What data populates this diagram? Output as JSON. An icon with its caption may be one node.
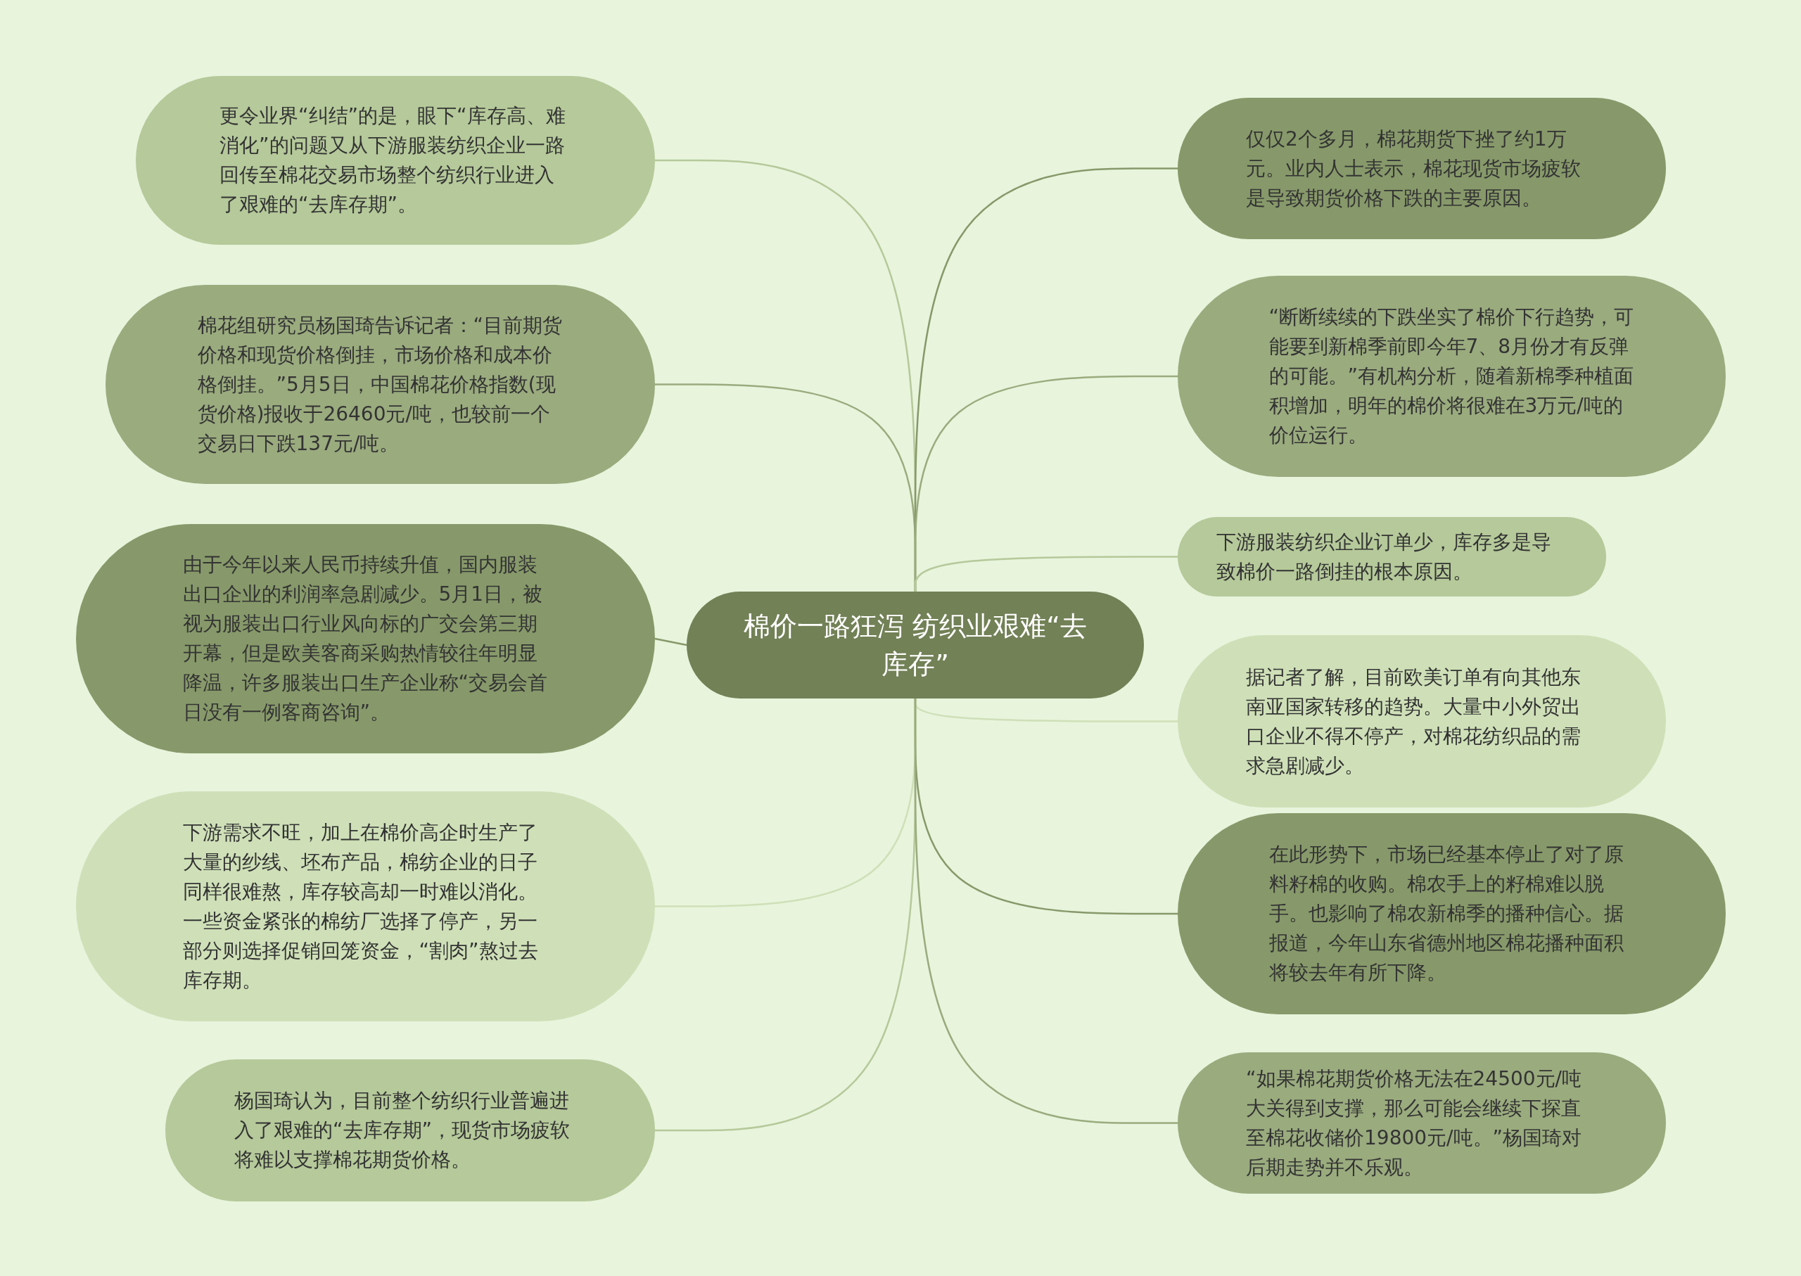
{
  "diagram": {
    "nodes": [
      {
        "text": [
          "棉价一路狂泻 纺织业艰难“去库存”"
        ]
      },
      {
        "text": [
          "更令业界“纠结”的是，眼下“库存高、难消化”的问题又从下游服装纺织企业一路回传至棉花交易市场整个纺织行业进入了艰难的“去库存期”。"
        ]
      },
      {
        "text": [
          "棉花组研究员杨国琦告诉记者：“目前期货价格和现货价格倒挂，市场价格和成本价格倒挂。”5月5日，中国棉花价格指数(现货价格)报收于26460元/吨，也较前一个交易日下跌137元/吨。"
        ]
      },
      {
        "text": [
          "由于今年以来人民币持续升值，国内服装出口企业的利润率急剧减少。5月1日，被视为服装出口行业风向标的广交会第三期开幕，但是欧美客商采购热情较往年明显降温，许多服装出口生产企业称“交易会首日没有一例客商咨询”。"
        ]
      },
      {
        "text": [
          "下游需求不旺，加上在棉价高企时生产了大量的纱线、坯布产品，棉纺企业的日子同样很难熬，库存较高却一时难以消化。一些资金紧张的棉纺厂选择了停产，另一部分则选择促销回笼资金，“割肉”熬过去库存期。"
        ]
      },
      {
        "text": [
          "杨国琦认为，目前整个纺织行业普遍进入了艰难的“去库存期”，现货市场疲软将难以支撑棉花期货价格。"
        ]
      },
      {
        "text": [
          "仅仅2个多月，棉花期货下挫了约1万元。业内人士表示，棉花现货市场疲软是导致期货价格下跌的主要原因。"
        ]
      },
      {
        "text": [
          "“断断续续的下跌坐实了棉价下行趋势，可能要到新棉季前即今年7、8月份才有反弹的可能。”有机构分析，随着新棉季种植面积增加，明年的棉价将很难在3万元/吨的价位运行。"
        ]
      },
      {
        "text": [
          "下游服装纺织企业订单少，库存多是导致棉价一路倒挂的根本原因。"
        ]
      },
      {
        "text": [
          "据记者了解，目前欧美订单有向其他东南亚国家转移的趋势。大量中小外贸出口企业不得不停产，对棉花纺织品的需求急剧减少。"
        ]
      },
      {
        "text": [
          "在此形势下，市场已经基本停止了对了原料籽棉的收购。棉农手上的籽棉难以脱手。也影响了棉农新棉季的播种信心。据报道，今年山东省德州地区棉花播种面积将较去年有所下降。"
        ]
      },
      {
        "text": [
          "“如果棉花期货价格无法在24500元/吨大关得到支撑，那么可能会继续下探直至棉花收储价19800元/吨。”杨国琦对后期走势并不乐观。"
        ]
      }
    ],
    "edges": [
      {
        "from": 0,
        "to": 1,
        "arrow": "none"
      },
      {
        "from": 0,
        "to": 2,
        "arrow": "none"
      },
      {
        "from": 0,
        "to": 3,
        "arrow": "none"
      },
      {
        "from": 0,
        "to": 4,
        "arrow": "none"
      },
      {
        "from": 0,
        "to": 5,
        "arrow": "none"
      },
      {
        "from": 0,
        "to": 6,
        "arrow": "none"
      },
      {
        "from": 0,
        "to": 7,
        "arrow": "none"
      },
      {
        "from": 0,
        "to": 8,
        "arrow": "none"
      },
      {
        "from": 0,
        "to": 9,
        "arrow": "none"
      },
      {
        "from": 0,
        "to": 10,
        "arrow": "none"
      },
      {
        "from": 0,
        "to": 11,
        "arrow": "none"
      }
    ]
  }
}
